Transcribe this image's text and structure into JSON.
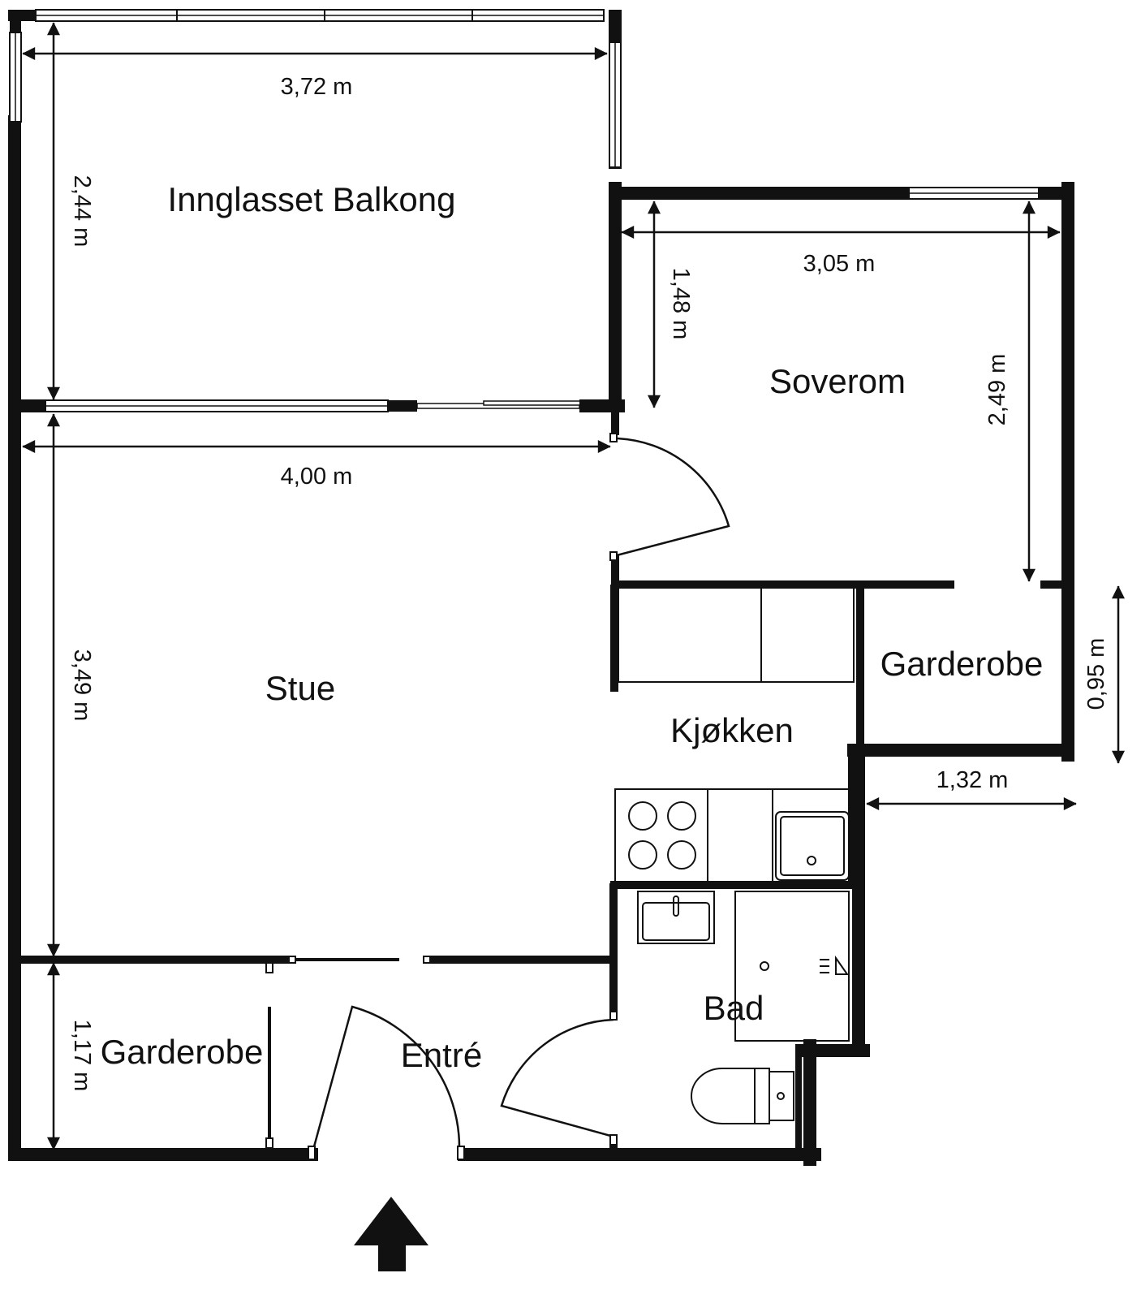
{
  "colors": {
    "wall": "#111111",
    "line": "#111111",
    "background": "#ffffff"
  },
  "rooms": {
    "balcony": "Innglasset Balkong",
    "bedroom": "Soverom",
    "living": "Stue",
    "wardrobe_right": "Garderobe",
    "kitchen": "Kjøkken",
    "bath": "Bad",
    "wardrobe_left": "Garderobe",
    "entrance": "Entré"
  },
  "dimensions": {
    "balcony_width": "3,72 m",
    "balcony_depth": "2,44 m",
    "bedroom_width": "3,05 m",
    "bedroom_depth_upper": "1,48 m",
    "bedroom_depth": "2,49 m",
    "living_width": "4,00 m",
    "living_depth": "3,49 m",
    "wardrobe_depth": "0,95 m",
    "wardrobe_width": "1,32 m",
    "wardrobe_left_depth": "1,17 m"
  },
  "icons": {
    "entrance": "entrance-arrow-icon"
  }
}
